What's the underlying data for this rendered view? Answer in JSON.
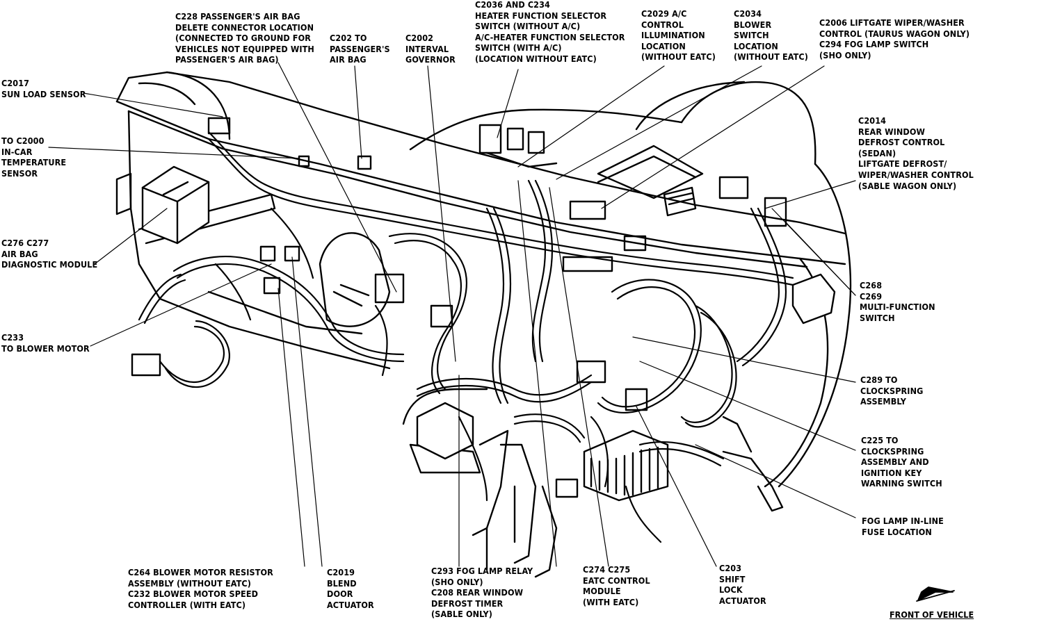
{
  "callouts": [
    {
      "id": "c2017",
      "lines": [
        "C2017",
        "SUN LOAD SENSOR"
      ]
    },
    {
      "id": "c2000",
      "lines": [
        "TO C2000",
        "IN-CAR",
        "TEMPERATURE",
        "SENSOR"
      ]
    },
    {
      "id": "c276",
      "lines": [
        "C276 C277",
        "AIR BAG",
        "DIAGNOSTIC MODULE"
      ]
    },
    {
      "id": "c233",
      "lines": [
        "C233",
        "TO BLOWER MOTOR"
      ]
    },
    {
      "id": "c228",
      "lines": [
        "C228 PASSENGER'S AIR BAG",
        "DELETE CONNECTOR LOCATION",
        "(CONNECTED TO GROUND FOR",
        "VEHICLES NOT EQUIPPED WITH",
        "PASSENGER'S AIR BAG)"
      ]
    },
    {
      "id": "c202",
      "lines": [
        "C202 TO",
        "PASSENGER'S",
        "AIR BAG"
      ]
    },
    {
      "id": "c2002",
      "lines": [
        "C2002",
        "INTERVAL",
        "GOVERNOR"
      ]
    },
    {
      "id": "c2036",
      "lines": [
        "C2036 AND C234",
        "HEATER FUNCTION SELECTOR",
        "SWITCH (WITHOUT A/C)",
        "A/C-HEATER FUNCTION SELECTOR",
        "SWITCH (WITH A/C)",
        "(LOCATION WITHOUT EATC)"
      ]
    },
    {
      "id": "c2029",
      "lines": [
        "C2029 A/C",
        "CONTROL",
        "ILLUMINATION",
        "LOCATION",
        "(WITHOUT EATC)"
      ]
    },
    {
      "id": "c2034",
      "lines": [
        "C2034",
        "BLOWER",
        "SWITCH",
        "LOCATION",
        "(WITHOUT EATC)"
      ]
    },
    {
      "id": "c2006",
      "lines": [
        "C2006 LIFTGATE WIPER/WASHER",
        "CONTROL (TAURUS WAGON ONLY)",
        "C294 FOG LAMP SWITCH",
        "(SHO ONLY)"
      ]
    },
    {
      "id": "c2014",
      "lines": [
        "C2014",
        "REAR WINDOW",
        "DEFROST CONTROL",
        "(SEDAN)",
        "LIFTGATE DEFROST/",
        "WIPER/WASHER CONTROL",
        "(SABLE WAGON ONLY)"
      ]
    },
    {
      "id": "c268",
      "lines": [
        "C268",
        "C269",
        "MULTI-FUNCTION",
        "SWITCH"
      ]
    },
    {
      "id": "c289",
      "lines": [
        "C289 TO",
        "CLOCKSPRING",
        "ASSEMBLY"
      ]
    },
    {
      "id": "c225",
      "lines": [
        "C225 TO",
        "CLOCKSPRING",
        "ASSEMBLY AND",
        "IGNITION KEY",
        "WARNING SWITCH"
      ]
    },
    {
      "id": "foglamp",
      "lines": [
        "FOG LAMP IN-LINE",
        "FUSE LOCATION"
      ]
    },
    {
      "id": "c264",
      "lines": [
        "C264 BLOWER MOTOR RESISTOR",
        "ASSEMBLY (WITHOUT EATC)",
        "C232 BLOWER MOTOR SPEED",
        "CONTROLLER (WITH EATC)"
      ]
    },
    {
      "id": "c2019",
      "lines": [
        "C2019",
        "BLEND",
        "DOOR",
        "ACTUATOR"
      ]
    },
    {
      "id": "c293",
      "lines": [
        "C293 FOG LAMP RELAY",
        "(SHO ONLY)",
        "C208 REAR WINDOW",
        "DEFROST TIMER",
        "(SABLE ONLY)"
      ]
    },
    {
      "id": "c274",
      "lines": [
        "C274 C275",
        "EATC CONTROL",
        "MODULE",
        "(WITH EATC)"
      ]
    },
    {
      "id": "c203",
      "lines": [
        "C203",
        "SHIFT",
        "LOCK",
        "ACTUATOR"
      ]
    }
  ],
  "front_label": "FRONT OF VEHICLE"
}
